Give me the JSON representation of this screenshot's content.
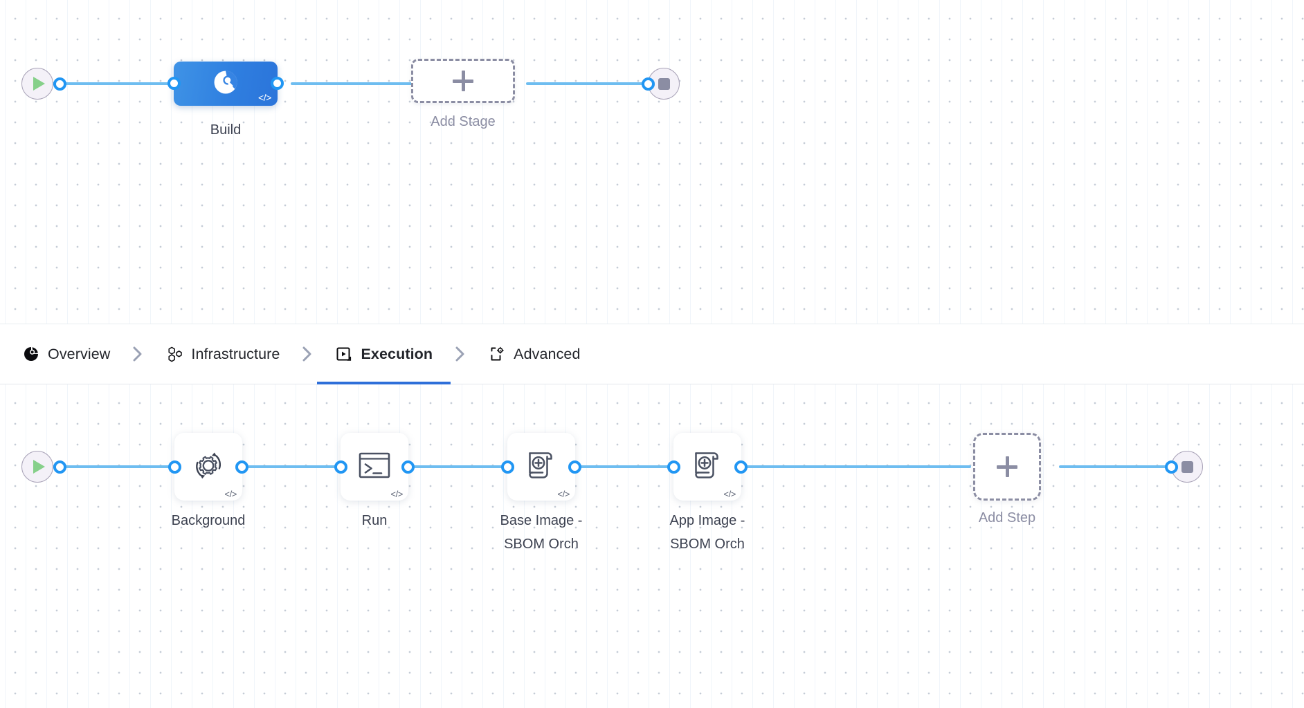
{
  "stage_graph": {
    "start_node": {
      "name": "start",
      "icon": "play-icon"
    },
    "stages": [
      {
        "label": "Build",
        "icon": "harness-pipeline-icon",
        "badge": "</>",
        "selected": true
      }
    ],
    "add_stage": {
      "label": "Add Stage",
      "icon": "plus-icon"
    },
    "end_node": {
      "name": "end",
      "icon": "stop-icon"
    }
  },
  "tabs": [
    {
      "label": "Overview",
      "icon": "pie-chart-icon",
      "active": false
    },
    {
      "label": "Infrastructure",
      "icon": "hexagon-cluster-icon",
      "active": false
    },
    {
      "label": "Execution",
      "icon": "play-box-icon",
      "active": true
    },
    {
      "label": "Advanced",
      "icon": "document-gear-icon",
      "active": false
    }
  ],
  "tab_separator": "chevron-right-icon",
  "step_graph": {
    "start_node": {
      "name": "start",
      "icon": "play-icon"
    },
    "steps": [
      {
        "label": "Background",
        "icon": "gear-refresh-icon",
        "badge": "</>"
      },
      {
        "label": "Run",
        "icon": "terminal-icon",
        "badge": "</>"
      },
      {
        "label": "Base Image -\nSBOM Orch",
        "icon": "scroll-plus-icon",
        "badge": "</>"
      },
      {
        "label": "App Image -\nSBOM Orch",
        "icon": "scroll-plus-icon",
        "badge": "</>"
      }
    ],
    "add_step": {
      "label": "Add Step",
      "icon": "plus-icon"
    },
    "end_node": {
      "name": "end",
      "icon": "stop-icon"
    }
  },
  "colors": {
    "accent_blue": "#2e6fd9",
    "edge_blue": "#6ebdf0",
    "port_blue": "#2196f3",
    "stage_selected": "#3080e0",
    "start_green": "#86d08a",
    "stop_gray": "#8b8da3",
    "stage_canvas_bg": "#f2f9fd",
    "step_canvas_bg": "#ffffff"
  }
}
